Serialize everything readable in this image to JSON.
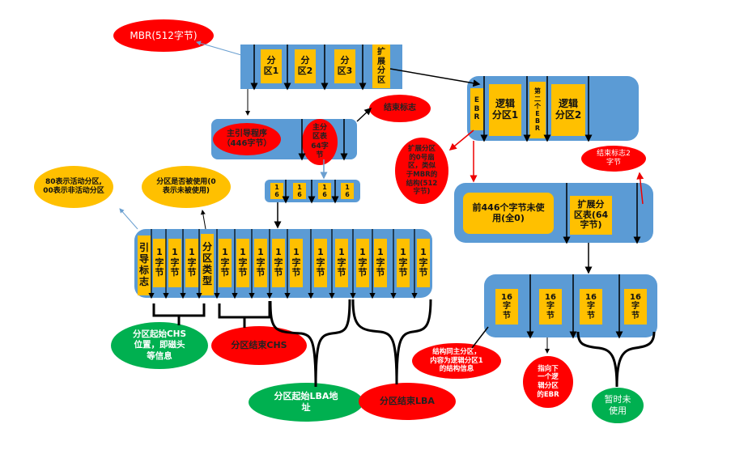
{
  "mbr_label": "MBR(512字节)",
  "mbr_row": {
    "cells": [
      "分\n区1",
      "分\n区2",
      "分\n区3",
      "扩\n展\n分\n区"
    ]
  },
  "boot_row": {
    "boot_code": "主引导程序\n（446字节）",
    "partition_table": "主分\n区表\n64字\n节"
  },
  "end_flag": "结束标志",
  "pt_entries": [
    "1\n6",
    "1\n6",
    "1\n6",
    "1\n6"
  ],
  "entry_row": {
    "boot_flag": "引\n导\n标\n志",
    "type": "分\n区\n类\n型",
    "byte": "1\n字\n节"
  },
  "notes": {
    "active": "80表示活动分区,\n00表示非活动分区",
    "used": "分区是否被使用(0\n表示未被使用)",
    "start_chs": "分区起始CHS\n位置，即磁头\n等信息",
    "end_chs": "分区结束CHS",
    "start_lba": "分区起始LBA地\n址",
    "end_lba": "分区结束LBA"
  },
  "ext_row": {
    "ebr": "E\nB\nR",
    "logical1": "逻辑\n分区1",
    "ebr2": "第\n二\n个\nE\nB\nR",
    "logical2": "逻辑\n分区2"
  },
  "ebr_note": "扩展分区\n的0号扇\n区，类似\n于MBR的\n结构(512\n字节)",
  "end_flag2": "结束标志2\n字节",
  "ebr_detail": {
    "unused": "前446个字节未使\n用(全0)",
    "ext_table": "扩展分\n区表(64\n字节)"
  },
  "ebr_entries": [
    "16\n字\n节",
    "16\n字\n节",
    "16\n字\n节",
    "16\n字\n节"
  ],
  "ebr_notes": {
    "first": "结构同主分区，\n内容为逻辑分区1\n的结构信息",
    "next": "指向下\n一个逻\n辑分区\n的EBR",
    "unused": "暂时未\n使用"
  }
}
